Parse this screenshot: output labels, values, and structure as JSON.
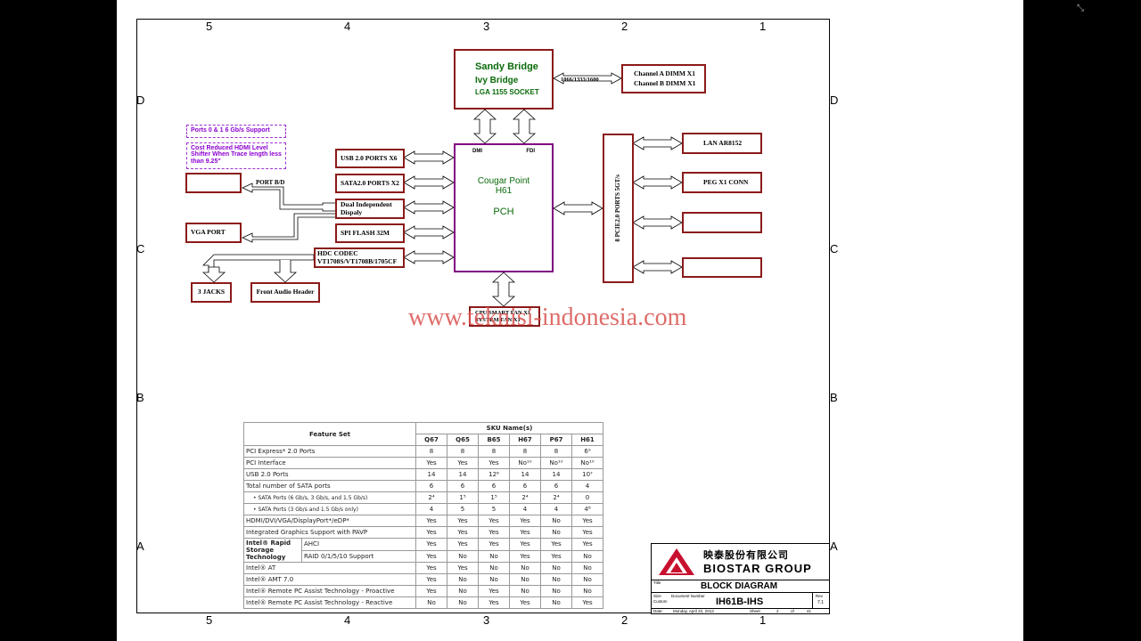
{
  "zones": {
    "columns": [
      "5",
      "4",
      "3",
      "2",
      "1"
    ],
    "rows": [
      "D",
      "C",
      "B",
      "A"
    ]
  },
  "cpu": {
    "line1": "Sandy Bridge",
    "line2": "Ivy Bridge",
    "line3": "LGA 1155 SOCKET"
  },
  "memory": {
    "speed": "1066/1333/1600",
    "channel_a": "Channel A DIMM X1",
    "channel_b": "Channel B DIMM X1"
  },
  "pch": {
    "line1": "Cougar Point",
    "line2": "H61",
    "line3": "PCH",
    "dmi": "DMI",
    "fdi": "FDI"
  },
  "notes": {
    "ports": "Ports 0 & 1 6 Gb/s Support",
    "hdmi": "Cost Reduced HDMI Level Shifter When Trace length less than 9.25\""
  },
  "left_blocks": {
    "usb": "USB 2.0 PORTS X6",
    "sata": "SATA2.0 PORTS X2",
    "dual": "Dual Independent Dispaly",
    "spi": "SPI FLASH 32M",
    "hdc": "HDC CODEC VT1708S/VT1708B/1705CF",
    "port_bd": "PORT B/D",
    "vga": "VGA PORT",
    "jacks": "3 JACKS",
    "front_audio": "Front Audio Header"
  },
  "right_blocks": {
    "pcie": "8 PCIE2.0 PORTS 5GT/s",
    "lan": "LAN AR8152",
    "peg": "PEG X1 CONN"
  },
  "fan": "CPU SMART FAN X1 SYSTEM FAN X1",
  "watermark": "www.teknisi-indonesia.com",
  "sku_table": {
    "feature_header": "Feature Set",
    "sku_header": "SKU Name(s)",
    "skus": [
      "Q67",
      "Q65",
      "B65",
      "H67",
      "P67",
      "H61"
    ],
    "rows": [
      {
        "label": "PCI Express* 2.0 Ports",
        "values": [
          "8",
          "8",
          "8",
          "8",
          "8",
          "6⁹"
        ]
      },
      {
        "label": "PCI Interface",
        "values": [
          "Yes",
          "Yes",
          "Yes",
          "No¹⁰",
          "No¹⁰",
          "No¹⁰"
        ]
      },
      {
        "label": "USB 2.0 Ports",
        "values": [
          "14",
          "14",
          "12⁶",
          "14",
          "14",
          "10⁷"
        ]
      },
      {
        "label": "Total number of SATA ports",
        "values": [
          "6",
          "6",
          "6",
          "6",
          "6",
          "4"
        ]
      },
      {
        "label": "•  SATA Ports (6 Gb/s, 3 Gb/s, and 1.5 Gb/s)",
        "values": [
          "2⁴",
          "1⁵",
          "1⁵",
          "2⁴",
          "2⁴",
          "0"
        ],
        "sub": true
      },
      {
        "label": "•  SATA Ports (3 Gb/s and 1.5 Gb/s only)",
        "values": [
          "4",
          "5",
          "5",
          "4",
          "4",
          "4⁸"
        ],
        "sub": true
      },
      {
        "label": "HDMI/DVI/VGA/DisplayPort*/eDP*",
        "values": [
          "Yes",
          "Yes",
          "Yes",
          "Yes",
          "No",
          "Yes"
        ]
      },
      {
        "label": "Integrated Graphics Support with PAVP",
        "values": [
          "Yes",
          "Yes",
          "Yes",
          "Yes",
          "No",
          "Yes"
        ]
      }
    ],
    "rst_label": "Intel® Rapid Storage Technology",
    "rst_rows": [
      {
        "label": "AHCI",
        "values": [
          "Yes",
          "Yes",
          "Yes",
          "Yes",
          "Yes",
          "Yes"
        ]
      },
      {
        "label": "RAID 0/1/5/10 Support",
        "values": [
          "Yes",
          "No",
          "No",
          "Yes",
          "Yes",
          "No"
        ]
      }
    ],
    "tail_rows": [
      {
        "label": "Intel® AT",
        "values": [
          "Yes",
          "Yes",
          "No",
          "No",
          "No",
          "No"
        ]
      },
      {
        "label": "Intel® AMT 7.0",
        "values": [
          "Yes",
          "No",
          "No",
          "No",
          "No",
          "No"
        ]
      },
      {
        "label": "Intel® Remote PC Assist Technology - Proactive",
        "values": [
          "Yes",
          "No",
          "Yes",
          "No",
          "No",
          "No"
        ]
      },
      {
        "label": "Intel® Remote PC Assist Technology - Reactive",
        "values": [
          "No",
          "No",
          "Yes",
          "Yes",
          "No",
          "Yes"
        ]
      }
    ]
  },
  "title_block": {
    "company_cn": "映泰股份有限公司",
    "company_en": "BIOSTAR GROUP",
    "title_label": "Title",
    "title": "BLOCK DIAGRAM",
    "size_label": "Size",
    "size": "Custom",
    "docnum_label": "Document Number",
    "docnum": "IH61B-IHS",
    "rev_label": "Rev",
    "rev": "7.1",
    "date_label": "Date:",
    "date": "Monday, April 22, 2013",
    "sheet_label": "Sheet",
    "sheet": "2",
    "of_label": "of",
    "total": "41"
  },
  "colors": {
    "block_border": "#8b1a1a",
    "pch_border": "#800080",
    "chip_text": "#0a6b0a",
    "note_text": "#8b00d0",
    "watermark": "#d9534f"
  }
}
